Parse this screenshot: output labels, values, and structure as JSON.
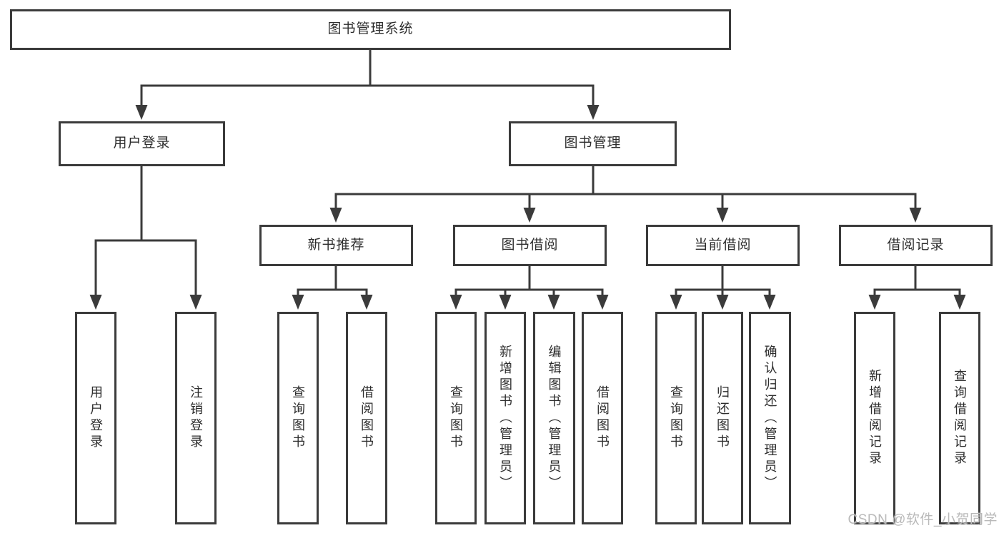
{
  "colors": {
    "background": "#ffffff",
    "line": "#3b3b3b",
    "box_border": "#3b3b3b",
    "text": "#2d2d2d",
    "watermark": "#b9b9b9"
  },
  "diagram": {
    "root": {
      "label": "图书管理系统"
    },
    "user_login": {
      "label": "用户登录",
      "children": [
        {
          "label": "用户登录"
        },
        {
          "label": "注销登录"
        }
      ]
    },
    "book_management": {
      "label": "图书管理",
      "children": [
        {
          "label": "新书推荐",
          "children": [
            {
              "label": "查询图书"
            },
            {
              "label": "借阅图书"
            }
          ]
        },
        {
          "label": "图书借阅",
          "children": [
            {
              "label": "查询图书"
            },
            {
              "label": "新增图书（管理员）"
            },
            {
              "label": "编辑图书（管理员）"
            },
            {
              "label": "借阅图书"
            }
          ]
        },
        {
          "label": "当前借阅",
          "children": [
            {
              "label": "查询图书"
            },
            {
              "label": "归还图书"
            },
            {
              "label": "确认归还（管理员）"
            }
          ]
        },
        {
          "label": "借阅记录",
          "children": [
            {
              "label": "新增借阅记录"
            },
            {
              "label": "查询借阅记录"
            }
          ]
        }
      ]
    }
  },
  "watermark": {
    "text": "CSDN @软件_小贺同学"
  }
}
